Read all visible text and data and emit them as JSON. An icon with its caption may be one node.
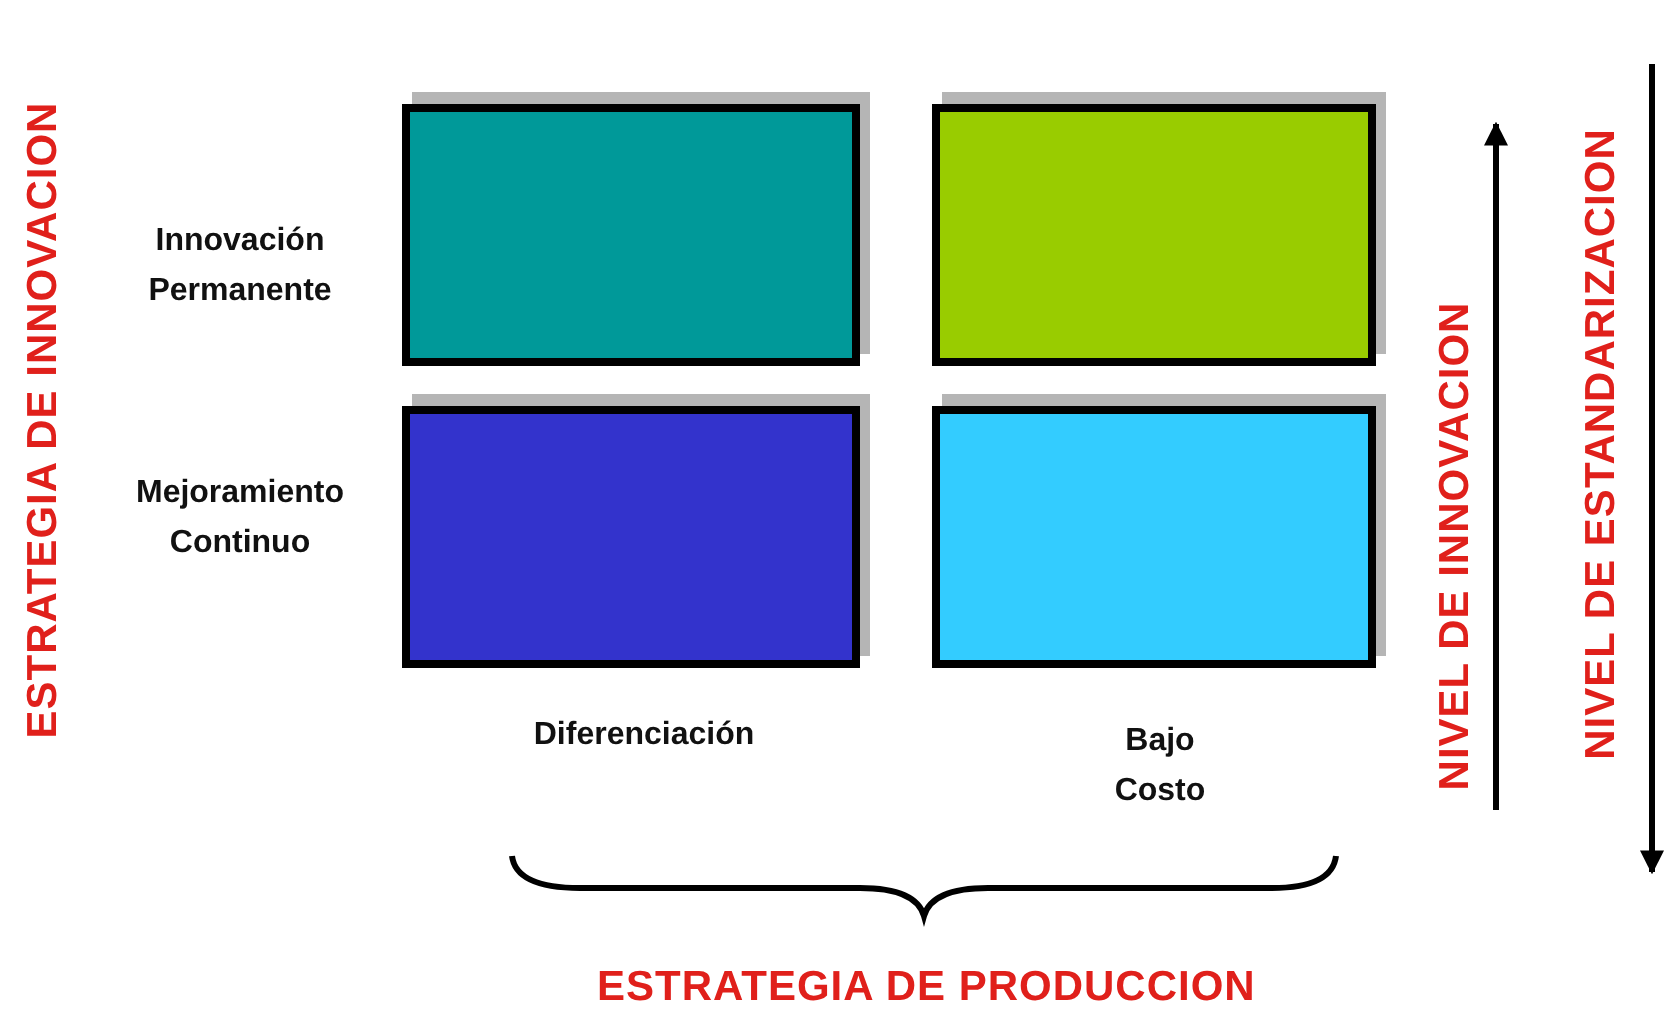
{
  "diagram": {
    "nodes": [
      {
        "text": [],
        "shape": "box"
      },
      {
        "text": [],
        "shape": "box"
      },
      {
        "text": [],
        "shape": "box"
      },
      {
        "text": [],
        "shape": "box"
      }
    ],
    "labels": [
      "ESTRATEGIA DE INNOVACION",
      "Innovación Permanente",
      "Mejoramiento Continuo",
      "Diferenciación",
      "Bajo Costo",
      "NIVEL DE INNOVACION",
      "NIVEL DE ESTANDARIZACION",
      "ESTRATEGIA DE PRODUCCION"
    ]
  }
}
